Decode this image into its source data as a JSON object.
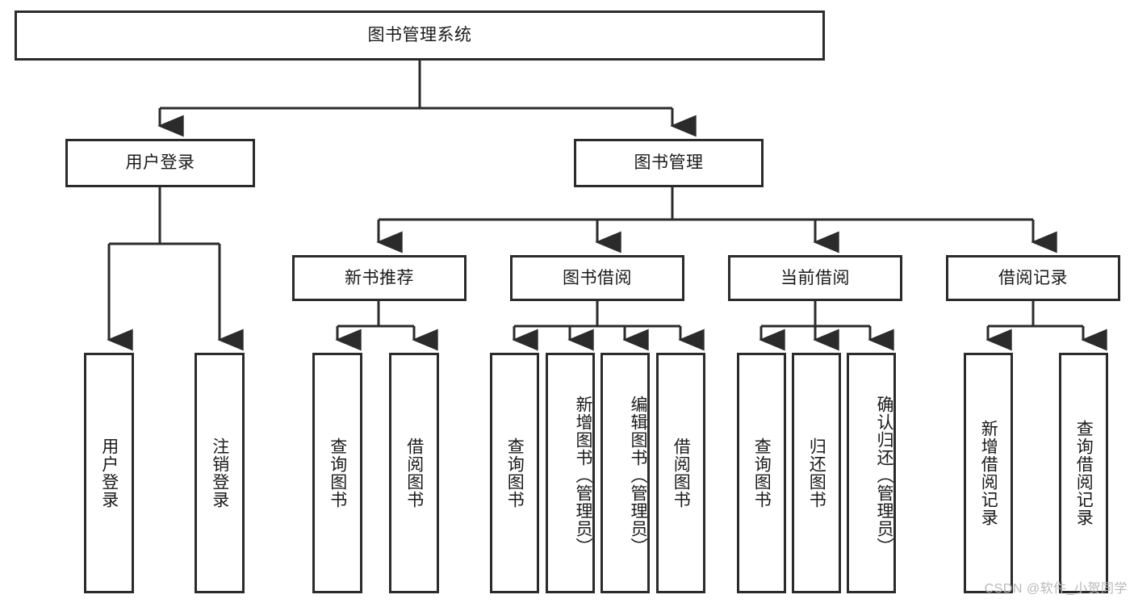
{
  "diagram": {
    "title_node": {
      "label": "图书管理系统"
    },
    "level2": [
      {
        "id": "user-login",
        "label": "用户登录"
      },
      {
        "id": "book-management",
        "label": "图书管理"
      }
    ],
    "level3": [
      {
        "id": "new-book-recommend",
        "label": "新书推荐"
      },
      {
        "id": "book-borrow",
        "label": "图书借阅"
      },
      {
        "id": "current-borrow",
        "label": "当前借阅"
      },
      {
        "id": "borrow-record",
        "label": "借阅记录"
      }
    ],
    "leaves": {
      "user_login": [
        {
          "id": "user-login-leaf",
          "label": "用户登录"
        },
        {
          "id": "logout-leaf",
          "label": "注销登录"
        }
      ],
      "new_book_recommend": [
        {
          "id": "query-book-1",
          "label": "查询图书"
        },
        {
          "id": "borrow-book-1",
          "label": "借阅图书"
        }
      ],
      "book_borrow": [
        {
          "id": "query-book-2",
          "label": "查询图书"
        },
        {
          "id": "add-book",
          "label": "新增图书（管理员）"
        },
        {
          "id": "edit-book",
          "label": "编辑图书（管理员）"
        },
        {
          "id": "borrow-book-2",
          "label": "借阅图书"
        }
      ],
      "current_borrow": [
        {
          "id": "query-book-3",
          "label": "查询图书"
        },
        {
          "id": "return-book",
          "label": "归还图书"
        },
        {
          "id": "confirm-return",
          "label": "确认归还（管理员）"
        }
      ],
      "borrow_record": [
        {
          "id": "add-borrow-record",
          "label": "新增借阅记录"
        },
        {
          "id": "query-borrow-record",
          "label": "查询借阅记录"
        }
      ]
    },
    "watermark": "CSDN @软件_小贺同学",
    "colors": {
      "stroke": "#2b2b2b",
      "background": "#ffffff",
      "text": "#1a1a1a",
      "watermark": "#b9b9b9"
    }
  }
}
